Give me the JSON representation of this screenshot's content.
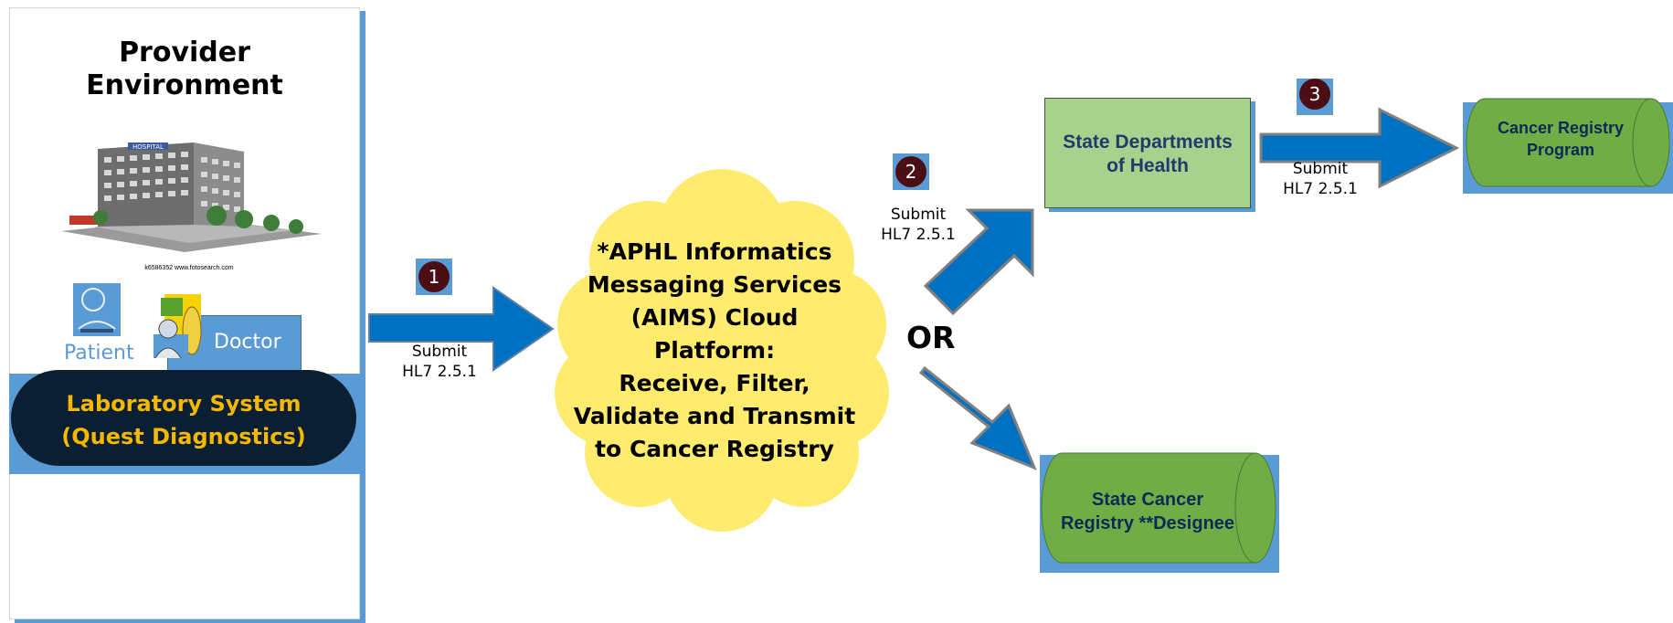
{
  "provider": {
    "title_line1": "Provider",
    "title_line2": "Environment",
    "image_caption": "k6586352 www.fotosearch.com",
    "hospital_sign": "HOSPITAL",
    "patient_label": "Patient",
    "doctor_label": "Doctor",
    "lab_line1": "Laboratory System",
    "lab_line2": "(Quest Diagnostics)"
  },
  "steps": [
    {
      "number": "1",
      "submit": "Submit",
      "format": "HL7 2.5.1"
    },
    {
      "number": "2",
      "submit": "Submit",
      "format": "HL7 2.5.1"
    },
    {
      "number": "3",
      "submit": "Submit",
      "format": "HL7 2.5.1"
    }
  ],
  "cloud": {
    "lines": [
      "*APHL Informatics",
      "Messaging Services",
      "(AIMS) Cloud",
      "Platform:",
      "Receive, Filter,",
      "Validate and Transmit",
      "to Cancer Registry"
    ]
  },
  "or_label": "OR",
  "state_dept": {
    "line1": "State Departments",
    "line2": "of Health"
  },
  "cancer_program": {
    "line1": "Cancer Registry",
    "line2": "Program"
  },
  "state_registry": {
    "line1": "State Cancer",
    "line2": "Registry **Designee"
  },
  "colors": {
    "arrow_blue": "#0070c0",
    "panel_blue": "#5b9bd5",
    "cloud_yellow": "#ffeb6e",
    "state_dept_green": "#a9d18e",
    "cylinder_green": "#70ad47",
    "lab_gold": "#f5b800",
    "badge": "#4a0e14"
  }
}
